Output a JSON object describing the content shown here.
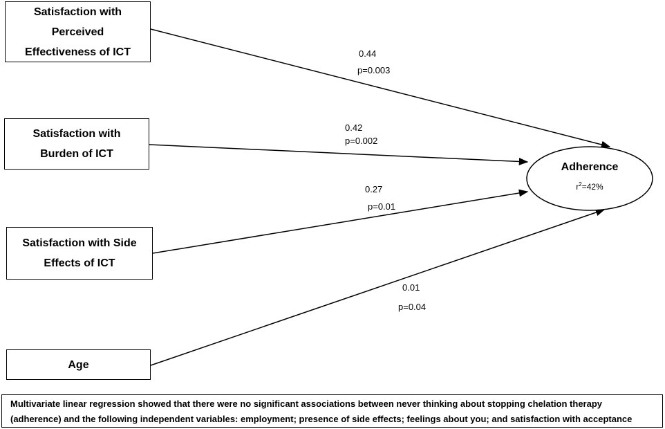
{
  "predictors": [
    {
      "lines": [
        "Satisfaction with",
        "Perceived",
        "Effectiveness of ICT"
      ],
      "coef": "0.44",
      "p": "p=0.003"
    },
    {
      "lines": [
        "Satisfaction with",
        "Burden of ICT"
      ],
      "coef": "0.42",
      "p": "p=0.002"
    },
    {
      "lines": [
        "Satisfaction with Side",
        "Effects of ICT"
      ],
      "coef": "0.27",
      "p": "p=0.01"
    },
    {
      "lines": [
        "Age"
      ],
      "coef": "0.01",
      "p": "p=0.04"
    }
  ],
  "outcome": {
    "title": "Adherence",
    "r2_prefix": "r",
    "r2_sup": "2",
    "r2_value": "=42%"
  },
  "footnote": {
    "line1": "Multivariate linear regression showed that there were no significant associations between never thinking about stopping chelation therapy",
    "line2": "(adherence) and the following independent variables: employment; presence of side effects; feelings about you; and satisfaction with acceptance"
  }
}
